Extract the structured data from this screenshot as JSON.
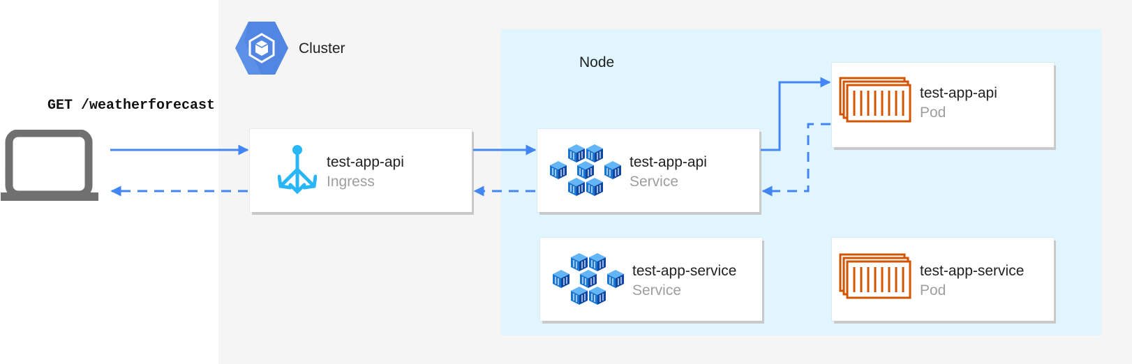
{
  "request": {
    "label": "GET /weatherforecast"
  },
  "cluster": {
    "label": "Cluster"
  },
  "node": {
    "label": "Node"
  },
  "components": {
    "ingress": {
      "name": "test-app-api",
      "kind": "Ingress"
    },
    "api_service": {
      "name": "test-app-api",
      "kind": "Service"
    },
    "api_pod": {
      "name": "test-app-api",
      "kind": "Pod"
    },
    "svc_service": {
      "name": "test-app-service",
      "kind": "Service"
    },
    "svc_pod": {
      "name": "test-app-service",
      "kind": "Pod"
    }
  },
  "colors": {
    "arrow": "#4285f4",
    "ingress_icon": "#29b6f6",
    "service_icon": "#1976d2",
    "pod_icon": "#d35400",
    "cluster_hex": "#5c8fe6",
    "laptop": "#707070"
  },
  "icons": {
    "client": "laptop-icon",
    "cluster": "kubernetes-engine-icon",
    "ingress": "ingress-icon",
    "service": "service-cubes-icon",
    "pod": "pod-container-icon"
  }
}
